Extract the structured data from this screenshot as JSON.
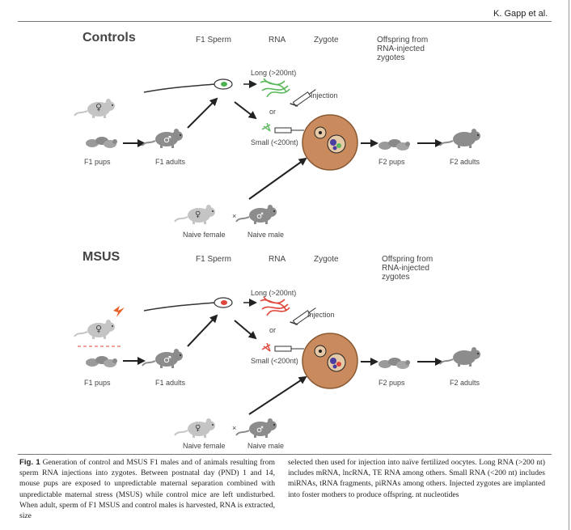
{
  "header": {
    "running_head": "K. Gapp et al."
  },
  "figure": {
    "controls": {
      "title": "Controls",
      "columns": {
        "sperm": "F1 Sperm",
        "rna": "RNA",
        "zygote": "Zygote",
        "offspring": [
          "Offspring from",
          "RNA-injected",
          "zygotes"
        ]
      },
      "long_rna": "Long (>200nt)",
      "or": "or",
      "small_rna": "Small (<200nt)",
      "injection": "Injection",
      "f1_pups": "F1 pups",
      "f1_adults": "F1 adults",
      "f2_pups": "F2 pups",
      "f2_adults": "F2 adults",
      "naive_female": "Naive female",
      "cross": "×",
      "naive_male": "Naive male",
      "rna_color": "#5cb85c"
    },
    "msus": {
      "title": "MSUS",
      "columns": {
        "sperm": "F1 Sperm",
        "rna": "RNA",
        "zygote": "Zygote",
        "offspring": [
          "Offspring from",
          "RNA-injected",
          "zygotes"
        ]
      },
      "long_rna": "Long (>200nt)",
      "or": "or",
      "small_rna": "Small (<200nt)",
      "injection": "Injection",
      "f1_pups": "F1 pups",
      "f1_adults": "F1 adults",
      "f2_pups": "F2 pups",
      "f2_adults": "F2 adults",
      "naive_female": "Naive female",
      "cross": "×",
      "naive_male": "Naive male",
      "rna_color": "#e0443a",
      "stress_color": "#e8622a"
    }
  },
  "caption": {
    "label": "Fig. 1",
    "left": " Generation of control and MSUS F1 males and of animals resulting from sperm RNA injections into zygotes. Between postnatal day (PND) 1 and 14, mouse pups are exposed to unpredictable maternal separation combined with unpredictable maternal stress (MSUS) while control mice are left undisturbed. When adult, sperm of F1 MSUS and control males is harvested, RNA is extracted, size",
    "right": "selected then used for injection into naïve fertilized oocytes. Long RNA (>200 nt) includes mRNA, lncRNA, TE RNA among others. Small RNA (<200 nt) includes miRNAs, tRNA fragments, piRNAs among others. Injected zygotes are implanted into foster mothers to produce offspring. nt nucleotides"
  }
}
